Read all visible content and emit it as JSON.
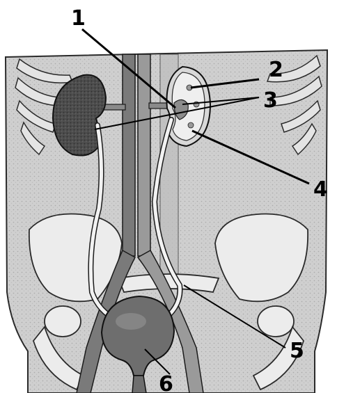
{
  "figure": {
    "labels": [
      {
        "id": "1",
        "text": "1"
      },
      {
        "id": "2",
        "text": "2"
      },
      {
        "id": "3",
        "text": "3"
      },
      {
        "id": "4",
        "text": "4"
      },
      {
        "id": "5",
        "text": "5"
      },
      {
        "id": "6",
        "text": "6"
      }
    ]
  },
  "colors": {
    "body": "#cfcfcf",
    "outline": "#1a1a1a",
    "kidney": "#4a4a4a",
    "bone": "#e6e6e6",
    "vessel": "#6a6a6a",
    "bladder": "#6e6e6e"
  }
}
